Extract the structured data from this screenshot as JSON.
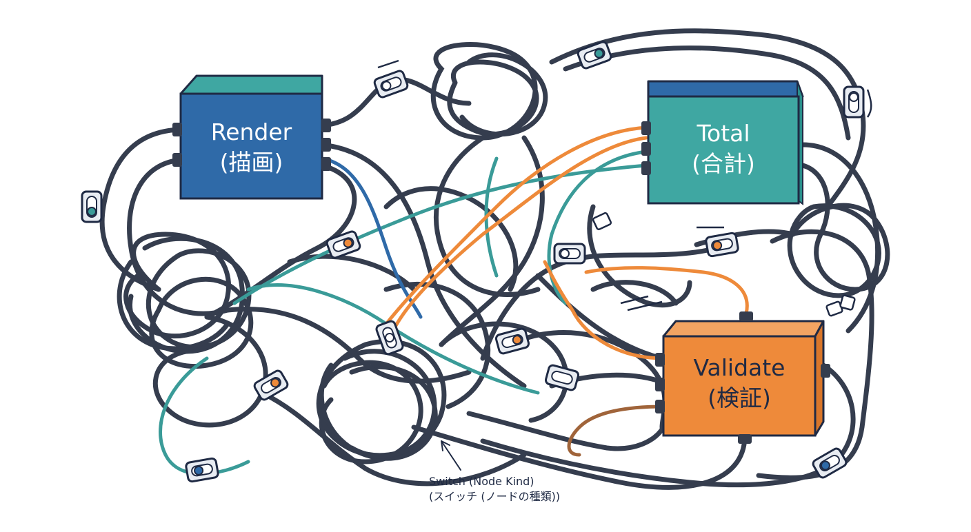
{
  "nodes": {
    "render": {
      "label": "Render",
      "sub": "(描画)",
      "color": "#2f6aa8",
      "top_color": "#3fa7a2"
    },
    "total": {
      "label": "Total",
      "sub": "(合計)",
      "color": "#3fa7a2",
      "top_color": "#2f6aa8"
    },
    "validate": {
      "label": "Validate",
      "sub": "(検証)",
      "color": "#ee8a3a",
      "top_color": "#f3a462"
    }
  },
  "annotation": {
    "line1": "Switch (Node Kind)",
    "line2": "(スイッチ (ノードの種類))"
  },
  "colors": {
    "cable_dark": "#353d4e",
    "cable_teal": "#3a9b98",
    "cable_orange": "#ee8a3a",
    "outline": "#1f2a44"
  },
  "icons": [
    "toggle-switch-icon",
    "arrow-icon"
  ]
}
